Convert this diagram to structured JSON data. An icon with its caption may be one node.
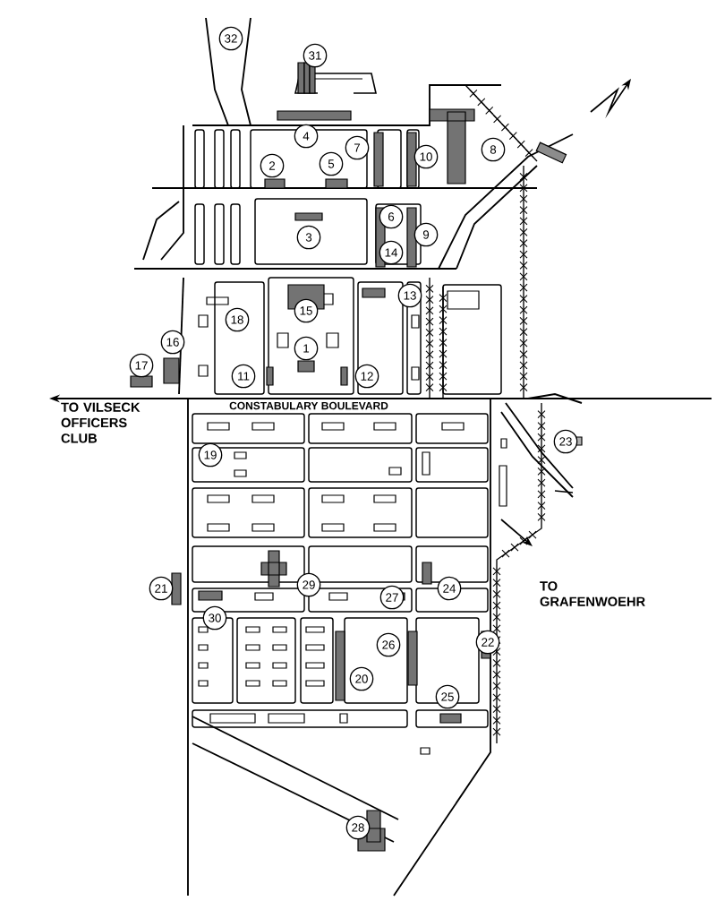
{
  "diagram": {
    "labels": [
      "32",
      "31",
      "4",
      "7",
      "10",
      "8",
      "5",
      "2",
      "6",
      "3",
      "9",
      "14",
      "13",
      "15",
      "18",
      "16",
      "1",
      "17",
      "11",
      "12",
      "CONSTABULARY BOULEVARD",
      "TO VILSECK OFFICERS CLUB",
      "23",
      "19",
      "21",
      "29",
      "24",
      "27",
      "TO GRAFENWOEHR",
      "30",
      "22",
      "26",
      "20",
      "25",
      "28"
    ]
  }
}
